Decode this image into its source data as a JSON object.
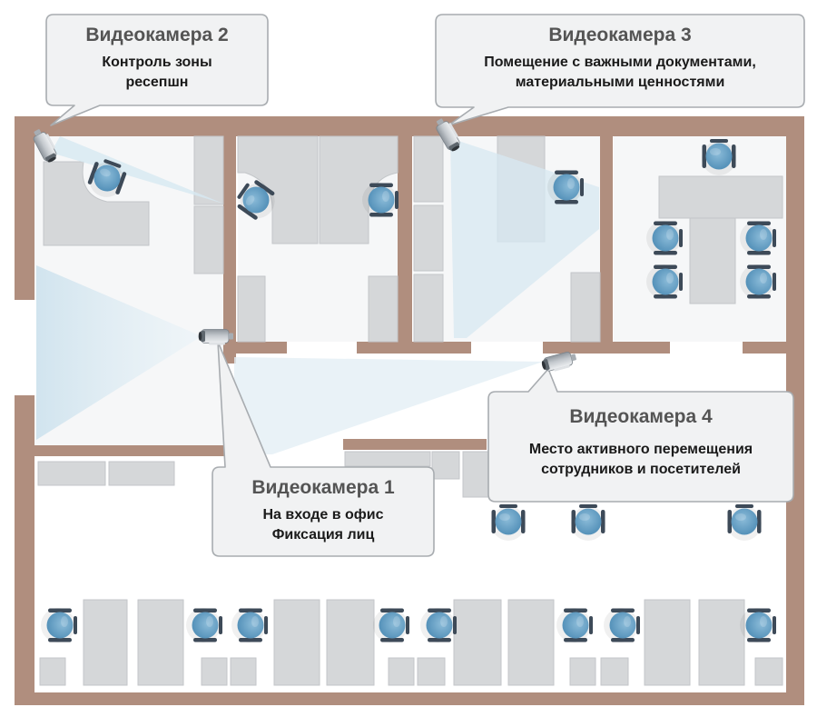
{
  "colors": {
    "wall": "#b08e7e",
    "floor": "#ffffff",
    "furniture": "#d5d7d9",
    "furniture_edge": "#c3c6c9",
    "chair_seat": "#6aa2c6",
    "chair_armrest": "#3d4a58",
    "camera_view": "#dcecf3",
    "callout_fill": "#f1f2f3",
    "callout_border": "#a8acb0"
  },
  "icons": {
    "camera": "cctv-camera-icon",
    "chair": "office-chair-icon"
  },
  "cameras": [
    {
      "id": "cam1",
      "title": "Видеокамера 1",
      "description_lines": [
        "На входе в офис",
        "Фиксация лиц"
      ]
    },
    {
      "id": "cam2",
      "title": "Видеокамера 2",
      "description_lines": [
        "Контроль зоны",
        "ресепшн"
      ]
    },
    {
      "id": "cam3",
      "title": "Видеокамера 3",
      "description_lines": [
        "Помещение с важными документами,",
        "материальными ценностями"
      ]
    },
    {
      "id": "cam4",
      "title": "Видеокамера 4",
      "description_lines": [
        "Место активного перемещения",
        "сотрудников и посетителей"
      ]
    }
  ]
}
